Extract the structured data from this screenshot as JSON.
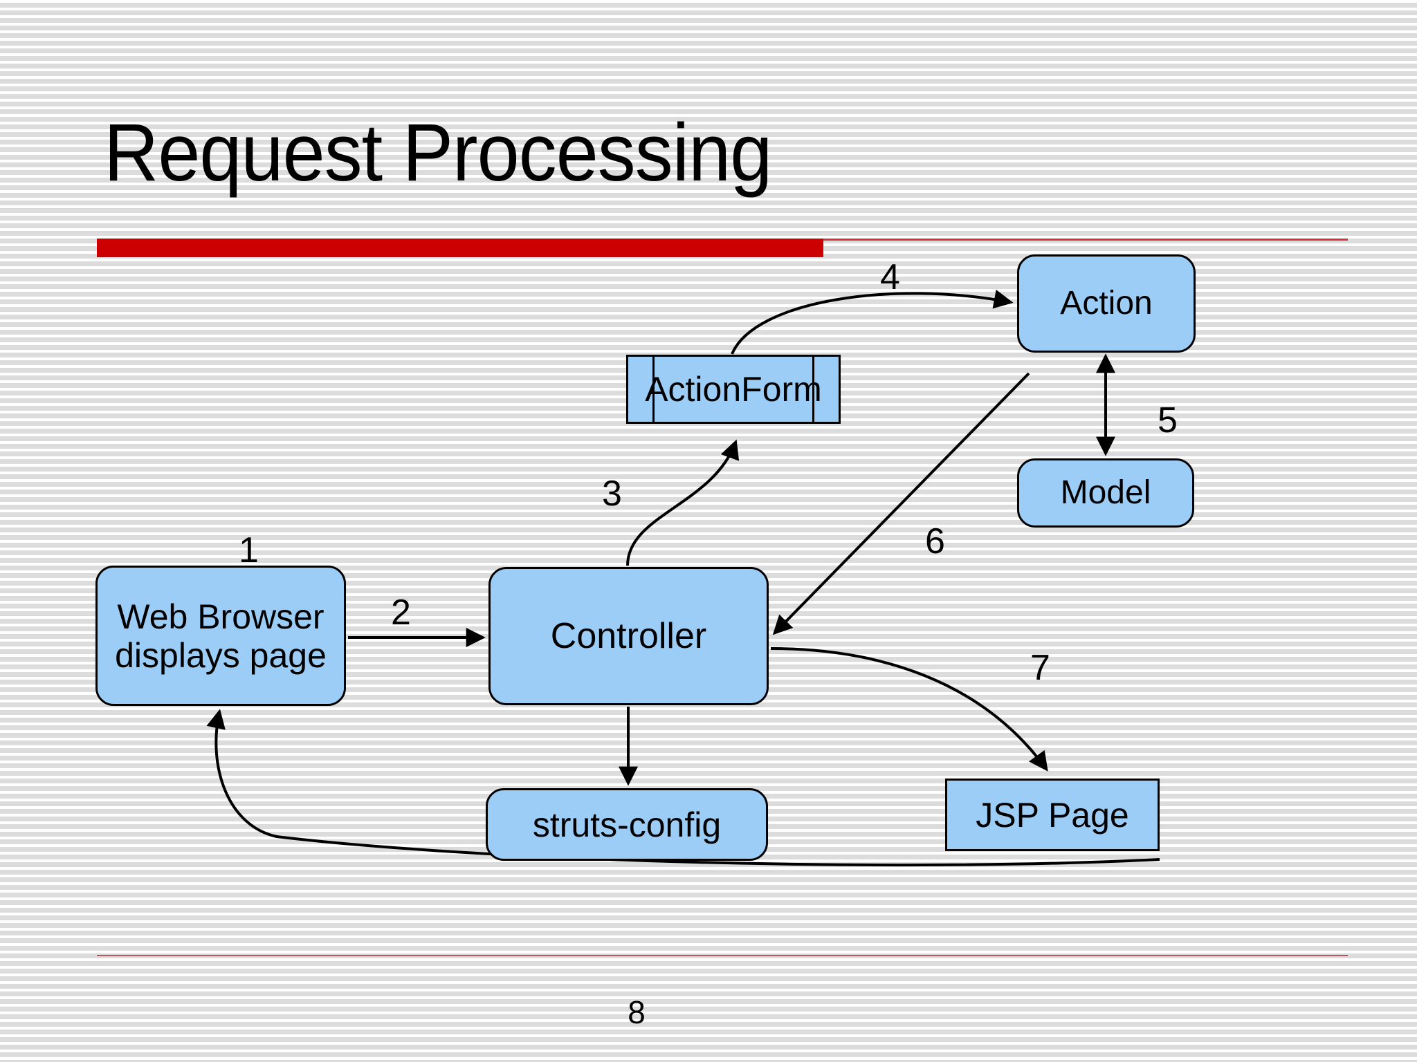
{
  "slide": {
    "title": "Request Processing",
    "page_number": "8",
    "accent_color": "#cc0000",
    "node_fill_color": "#9ccdf7",
    "node_border_color": "#000000",
    "background_color": "#e6e6e6"
  },
  "diagram": {
    "type": "flow",
    "nodes": [
      {
        "id": "action",
        "label": "Action",
        "shape": "rounded-rect"
      },
      {
        "id": "actionform",
        "label": "ActionForm",
        "shape": "subroutine"
      },
      {
        "id": "model",
        "label": "Model",
        "shape": "rounded-rect"
      },
      {
        "id": "webbrowser",
        "label": "Web Browser\ndisplays page",
        "shape": "rounded-rect"
      },
      {
        "id": "controller",
        "label": "Controller",
        "shape": "rounded-rect"
      },
      {
        "id": "struts",
        "label": "struts-config",
        "shape": "rounded-rect"
      },
      {
        "id": "jsp",
        "label": "JSP Page",
        "shape": "rect"
      }
    ],
    "edges": [
      {
        "number": "1",
        "from": "",
        "to": "webbrowser",
        "style": "label-only"
      },
      {
        "number": "2",
        "from": "webbrowser",
        "to": "controller",
        "style": "straight-arrow"
      },
      {
        "number": "3",
        "from": "controller",
        "to": "actionform",
        "style": "curved-arrow"
      },
      {
        "number": "4",
        "from": "actionform",
        "to": "action",
        "style": "curved-arrow"
      },
      {
        "number": "5",
        "from": "action",
        "to": "model",
        "style": "double-arrow"
      },
      {
        "number": "6",
        "from": "action",
        "to": "controller",
        "style": "straight-arrow"
      },
      {
        "number": "7",
        "from": "controller",
        "to": "jsp",
        "style": "curved-arrow"
      },
      {
        "number": "",
        "from": "controller",
        "to": "struts",
        "style": "straight-arrow"
      },
      {
        "number": "",
        "from": "jsp",
        "to": "webbrowser",
        "style": "curved-arrow"
      }
    ]
  }
}
